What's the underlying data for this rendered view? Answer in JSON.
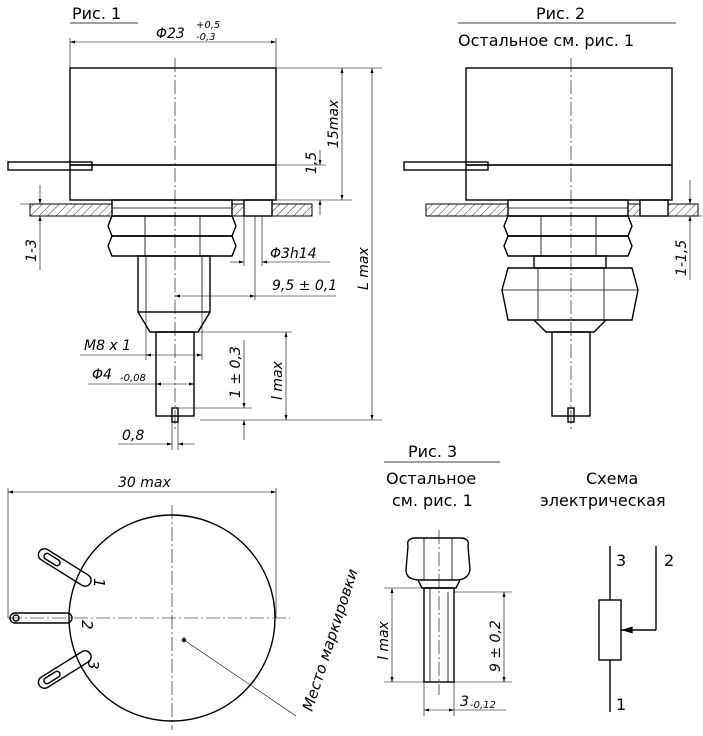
{
  "fig1": {
    "title": "Рис. 1",
    "dim_diameter": "Φ23",
    "dim_tol_upper": "+0,5",
    "dim_tol_lower": "-0,3",
    "dim_15max": "15max",
    "dim_1_5": "1,5",
    "dim_L": "L max",
    "dim_1_3": "1-3",
    "dim_phi3": "Φ3h14",
    "dim_9_5": "9,5 ± 0,1",
    "dim_M8": "M8 x 1",
    "dim_phi4": "Φ4",
    "dim_phi4_tol": "-0,08",
    "dim_1_03": "1 ± 0,3",
    "dim_l": "l max",
    "dim_0_8": "0,8"
  },
  "fig2": {
    "title": "Рис. 2",
    "subtitle": "Остальное см. рис. 1",
    "dim_1_1_5": "1-1,5"
  },
  "fig3": {
    "title": "Рис. 3",
    "subtitle_line1": "Остальное",
    "subtitle_line2": "см. рис. 1",
    "dim_l": "l max",
    "dim_9": "9 ± 0,2",
    "dim_3": "3",
    "dim_3_tol": "-0,12"
  },
  "bottom_view": {
    "dim_30": "30 max",
    "marking_label": "Место маркировки",
    "pin_1": "1",
    "pin_2": "2",
    "pin_3": "3"
  },
  "schematic": {
    "title_line1": "Схема",
    "title_line2": "электрическая",
    "pin_1": "1",
    "pin_2": "2",
    "pin_3": "3"
  }
}
